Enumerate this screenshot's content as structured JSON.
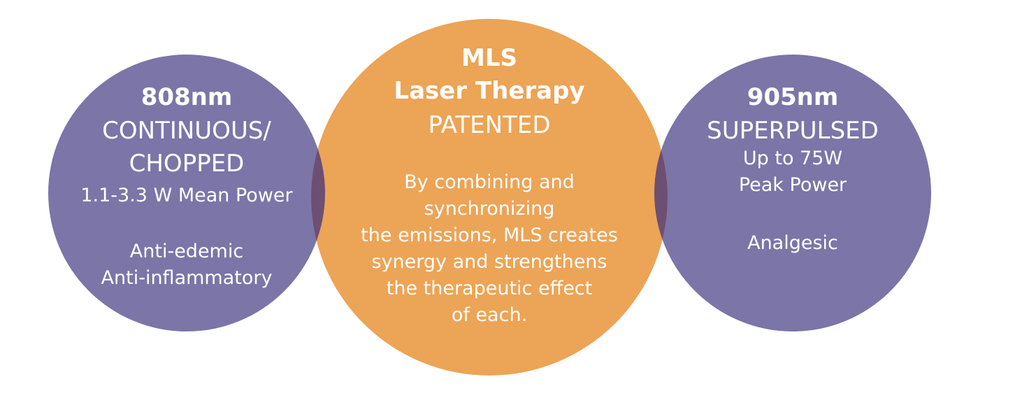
{
  "colors": {
    "purple": "#7b75a8",
    "orange": "#eca456",
    "overlap": "#6d4f73",
    "text": "#ffffff"
  },
  "left": {
    "wavelength": "808nm",
    "mode_line1": "CONTINUOUS/",
    "mode_line2": "CHOPPED",
    "power": "1.1-3.3 W Mean Power",
    "effects": "Anti-edemic\nAnti-inflammatory"
  },
  "center": {
    "title_line1": "MLS",
    "title_line2": "Laser Therapy",
    "subtitle": "PATENTED",
    "description": "By combining and\nsynchronizing\nthe emissions, MLS creates\nsynergy and strengthens\nthe therapeutic effect\nof each."
  },
  "right": {
    "wavelength": "905nm",
    "mode": "SUPERPULSED",
    "power": "Up to 75W\nPeak Power",
    "effect": "Analgesic"
  }
}
